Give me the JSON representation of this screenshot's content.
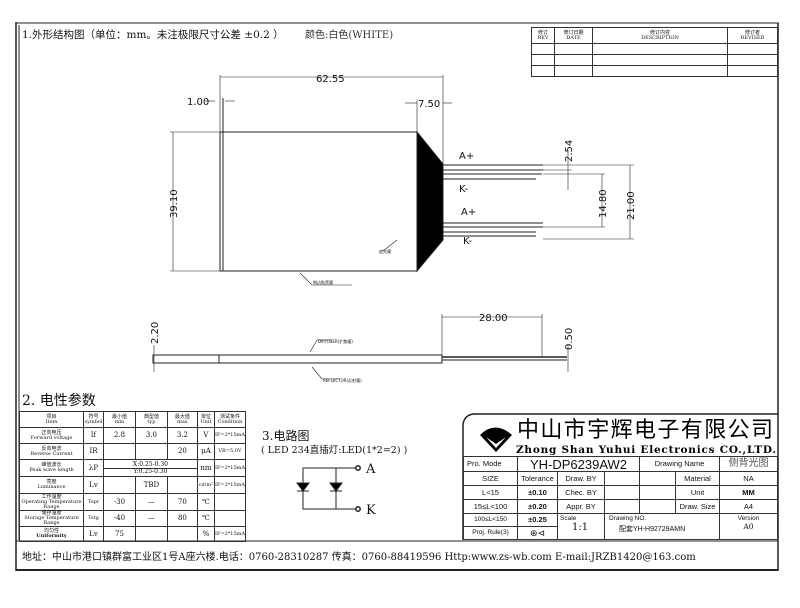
{
  "header": {
    "title": "1.外形结构图（单位：mm。未注极限尺寸公差 ±0.2 ）",
    "color": "颜色:白色(WHITE)"
  },
  "revision": {
    "headers": [
      [
        "修订",
        "REV"
      ],
      [
        "修订日期",
        "DATE"
      ],
      [
        "修订内容",
        "DESCRIPTION"
      ],
      [
        "修订者",
        "REVISER"
      ]
    ]
  },
  "outline": {
    "dims": {
      "width": "62.55",
      "left": "1.00",
      "right": "7.50",
      "height": "39.10",
      "pitch": "2.54",
      "inner": "14.80",
      "outer": "21.00",
      "lead_len": "28.00",
      "thick": "2.20",
      "lead_thick": "0.50"
    },
    "pins": [
      "A+",
      "K-",
      "A+",
      "K-"
    ],
    "labels": {
      "shade": "遮光膜",
      "side": "侧边贴黑膜",
      "diffuser": "DIFFUSER(扩散膜)",
      "reflector": "REFLECTOR(反射膜)"
    }
  },
  "params": {
    "title": "2. 电性参数",
    "headers": [
      [
        "项目",
        "Item"
      ],
      [
        "符号",
        "symbol"
      ],
      [
        "最小值",
        "min"
      ],
      [
        "典型值",
        "typ"
      ],
      [
        "最大值",
        "max"
      ],
      [
        "单位",
        "Unit"
      ],
      [
        "测试条件",
        "Condition"
      ]
    ],
    "rows": [
      {
        "item": [
          "正向电压",
          "Forward voltage"
        ],
        "sym": "If",
        "min": "2.8",
        "typ": "3.0",
        "max": "3.2",
        "unit": "V",
        "cond": "IF=2*15mA"
      },
      {
        "item": [
          "反向电流",
          "Reverse Current"
        ],
        "sym": "IR",
        "min": "",
        "typ": "",
        "max": "20",
        "unit": "μA",
        "cond": "VR=5.0V"
      },
      {
        "item": [
          "峰值波长",
          "Peak wave length"
        ],
        "sym": "λP",
        "span": [
          "X:0.25-0.30",
          "Y:0.25-0.30"
        ],
        "unit": "nm",
        "cond": "IF=2*15mA"
      },
      {
        "item": [
          "亮度",
          "Luminance"
        ],
        "sym": "Lv",
        "min": "",
        "typ": "TBD",
        "max": "",
        "unit": "cd/m²",
        "cond": "IF=2*15mA"
      },
      {
        "item": [
          "工作温度",
          "Operating Temperature Range"
        ],
        "sym": "Topr",
        "min": "-30",
        "typ": "—",
        "max": "70",
        "unit": "℃",
        "cond": ""
      },
      {
        "item": [
          "储存温度",
          "Storage Temperature Range"
        ],
        "sym": "Tstg",
        "min": "-40",
        "typ": "—",
        "max": "80",
        "unit": "℃",
        "cond": ""
      },
      {
        "item": [
          "均匀性",
          "Uniformity"
        ],
        "sym": "Lv",
        "min": "75",
        "typ": "",
        "max": "",
        "unit": "%",
        "cond": "IF=2*15mA"
      }
    ]
  },
  "circuit": {
    "title": "3.电路图",
    "subtitle": "( LED 234直插灯:LED(1*2=2) )",
    "anode": "A",
    "cathode": "K"
  },
  "titleblock": {
    "company_cn": "中山市宇辉电子有限公司",
    "company_en": "Zhong Shan Yuhui Electronics CO.,LTD.",
    "pro_mode_label": "Pro. Mode",
    "pro_mode": "YH-DP6239AW2",
    "drawing_name_label": "Drawing Name",
    "drawing_name": "侧背光图",
    "size_label": "SIZE",
    "tolerance_label": "Tolerance",
    "draw_by": "Draw. BY",
    "chec_by": "Chec. BY",
    "appr_by": "Appr. BY",
    "sizes": [
      "L<15",
      "15≤L<100",
      "100≤L<150"
    ],
    "tols": [
      "±0.10",
      "±0.20",
      "±0.25"
    ],
    "material_label": "Material",
    "material": "NA",
    "unit_label": "Unit",
    "unit": "MM",
    "draw_size_label": "Draw. Size",
    "draw_size": "A4",
    "proj_rule": "Proj. Rule(3)",
    "scale_label": "Scale",
    "scale": "1:1",
    "drawing_no_label": "Drawing NO.",
    "drawing_no": "配套YH-H92729AMN",
    "version_label": "Version",
    "version": "A0"
  },
  "footer": "地址：中山市港口镇群富工业区1号A座六楼.电话：0760-28310287 传真：0760-88419596 Http:www.zs-wb.com  E-mail:JRZB1420@163.com"
}
